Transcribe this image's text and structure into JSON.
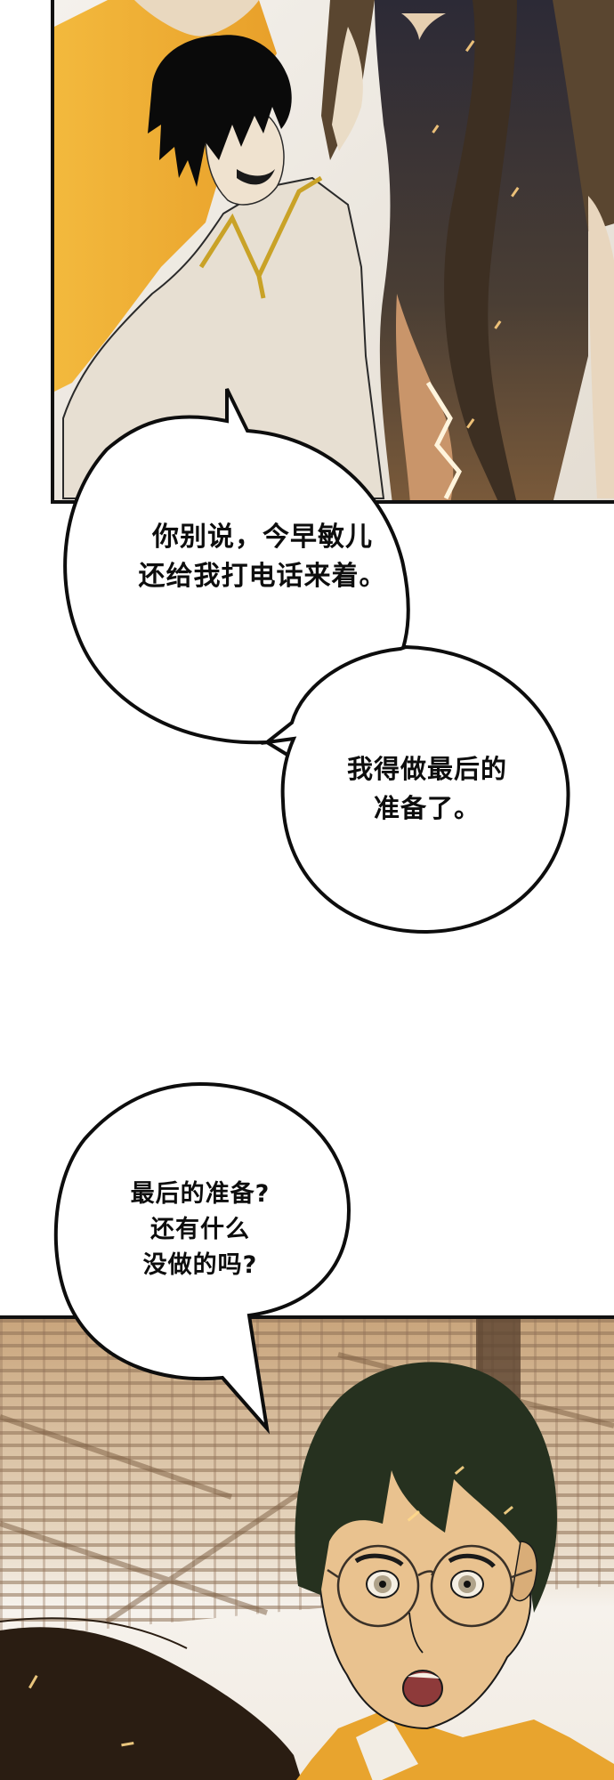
{
  "comic": {
    "panels": [
      {
        "id": "panel-1",
        "description": "Dark-haired young man in white shirt laughing, woman in dark dress with long hair to the right, person in yellow shirt behind",
        "colors": {
          "background": "#ece7df",
          "hair": "#0a0a0a",
          "shirt": "#e6ddcf",
          "collar_trim": "#c9a227",
          "yellow_shirt": "#f0b43a",
          "dress": "#2f2c36",
          "jacket": "#5a4630",
          "skin": "#e8c9a4"
        }
      },
      {
        "id": "panel-2",
        "description": "Surprised boy with glasses and dark green hair against scaffolding background, long dark hair in foreground left",
        "colors": {
          "background": "#efe9e1",
          "scaffold": "#b08a5e",
          "hair": "#26311f",
          "skin": "#e9c28f",
          "mouth": "#8e3a3a",
          "shirt": "#e8a42e",
          "foreground_hair": "#2a1d12"
        }
      }
    ],
    "bubbles": [
      {
        "id": "bubble-1",
        "lines": [
          "你别说，今早敏儿",
          "还给我打电话来着。"
        ]
      },
      {
        "id": "bubble-2",
        "lines": [
          "我得做最后的",
          "准备了。"
        ]
      },
      {
        "id": "bubble-3",
        "lines": [
          "最后的准备?",
          "还有什么",
          "没做的吗?"
        ]
      }
    ]
  }
}
